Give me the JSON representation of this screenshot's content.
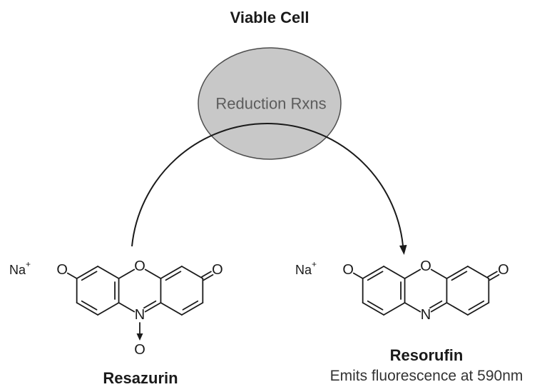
{
  "title": "Viable Cell",
  "cell": {
    "label": "Reduction Rxns"
  },
  "colors": {
    "cell_fill": "#c8c8c8",
    "cell_stroke": "#4d4d4d",
    "cell_label": "#5c5c5c",
    "ink": "#1a1a1a"
  },
  "reactant": {
    "name": "Resazurin",
    "counter_ion": {
      "symbol": "Na",
      "charge": "+"
    },
    "atoms": {
      "hydroxyl_o": "O",
      "ring_o": "O",
      "carbonyl_o": "O",
      "ring_n": "N",
      "oxide_o": "O"
    }
  },
  "product": {
    "name": "Resorufin",
    "note": "Emits fluorescence at 590nm",
    "counter_ion": {
      "symbol": "Na",
      "charge": "+"
    },
    "atoms": {
      "hydroxyl_o": "O",
      "ring_o": "O",
      "carbonyl_o": "O",
      "ring_n": "N"
    }
  }
}
